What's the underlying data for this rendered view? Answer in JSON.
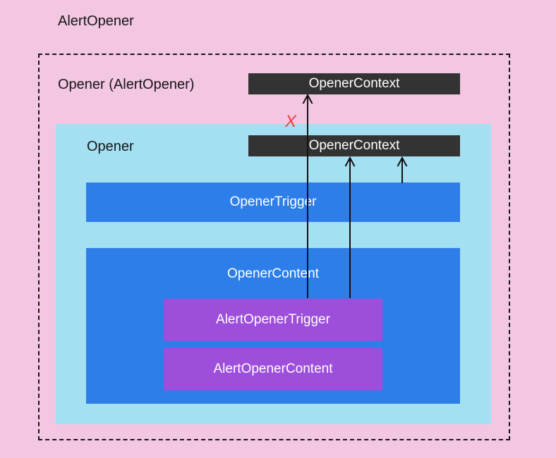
{
  "root": {
    "label": "AlertOpener"
  },
  "opener_instance": {
    "label": "Opener (AlertOpener)",
    "context_label": "OpenerContext"
  },
  "opener": {
    "label": "Opener",
    "context_label": "OpenerContext",
    "trigger_label": "OpenerTrigger",
    "content_label": "OpenerContent",
    "alert_trigger_label": "AlertOpenerTrigger",
    "alert_content_label": "AlertOpenerContent"
  },
  "annotations": {
    "blocked_marker": "X"
  },
  "colors": {
    "bg_pink": "#F3C6E2",
    "opener_light_blue": "#A5E0F2",
    "component_blue": "#2E7EEA",
    "alert_purple": "#9D4EDB",
    "context_dark": "#333333",
    "blocked_red": "#EF3E3C",
    "arrow_black": "#111111",
    "label_black": "#161616",
    "label_white": "#FFFFFF"
  }
}
